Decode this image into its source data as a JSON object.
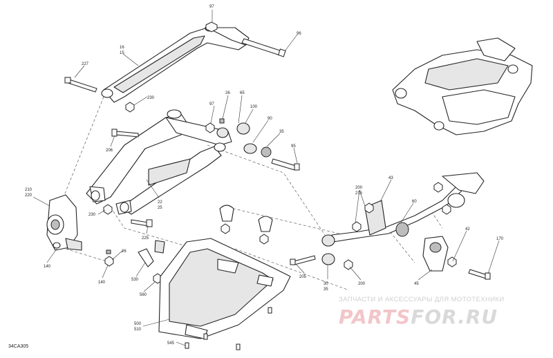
{
  "diagram": {
    "reference_code": "34CA305",
    "callouts": {
      "c97a": "97",
      "c96": "96",
      "c16_15a": "16",
      "c16_15b": "15",
      "c227": "227",
      "c230a": "230",
      "c26a": "26",
      "c65": "65",
      "c97b": "97",
      "c100": "100",
      "c90": "90",
      "c35": "35",
      "c95": "95",
      "c206": "206",
      "c210": "210",
      "c220": "220",
      "c230b": "230",
      "c22": "22",
      "c25": "25",
      "c225": "225",
      "c26b": "26",
      "c140a": "140",
      "c140b": "140",
      "c530": "530",
      "c560": "560",
      "c500": "500",
      "c510": "510",
      "c545": "545",
      "c200a": "200",
      "c215": "215",
      "c43": "43",
      "c60": "60",
      "c42": "42",
      "c170": "170",
      "c205": "205",
      "c30": "30",
      "c35b": "35",
      "c200b": "200",
      "c45": "45"
    }
  },
  "watermark": {
    "tagline": "ЗАПЧАСТИ И АКСЕССУАРЫ ДЛЯ МОТОТЕХНИКИ",
    "logo_left": "PARTS",
    "logo_right": "FOR.RU",
    "logo_left_color": "#f2c6c9",
    "logo_right_color": "#d9d9d9"
  }
}
